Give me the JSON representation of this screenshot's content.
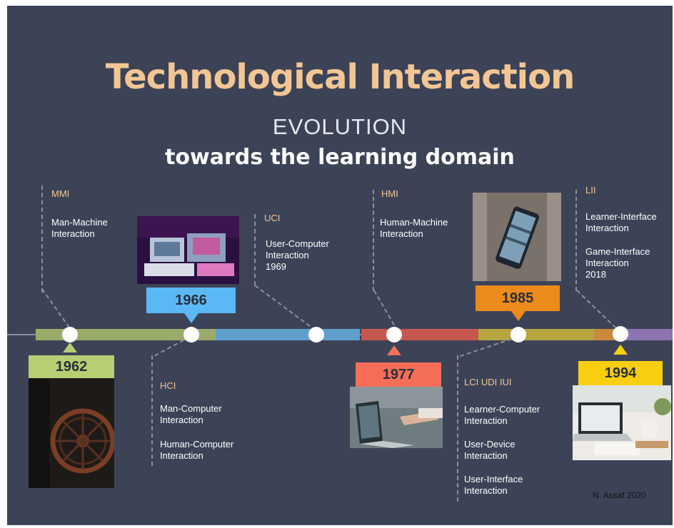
{
  "header": {
    "title": "Technological Interaction",
    "subtitle": "EVOLUTION",
    "subtitle2": "towards the learning domain"
  },
  "colors": {
    "background": "#3d4357",
    "title": "#f2c694",
    "tag_1962": "#b5cf72",
    "tag_1966": "#5ab8f5",
    "tag_1977": "#f46e58",
    "tag_1985": "#ec8a1c",
    "tag_1994": "#f8ce10"
  },
  "events": {
    "mmi": {
      "acronym": "MMI",
      "desc": "Man-Machine\nInteraction"
    },
    "hci": {
      "acronym": "HCI",
      "desc1": "Man-Computer\nInteraction",
      "desc2": "Human-Computer\nInteraction"
    },
    "uci": {
      "acronym": "UCI",
      "desc": "User-Computer\nInteraction\n1969"
    },
    "hmi": {
      "acronym": "HMI",
      "desc": "Human-Machine\nInteraction"
    },
    "lci": {
      "acronym": "LCI  UDI IUI",
      "desc1": "Learner-Computer\nInteraction",
      "desc2": "User-Device\nInteraction",
      "desc3": "User-Interface\nInteraction"
    },
    "lii": {
      "acronym": "LII",
      "desc1": "Learner-Interface\nInteraction",
      "desc2": "Game-Interface\nInteraction\n2018"
    }
  },
  "years": {
    "y1962": "1962",
    "y1966": "1966",
    "y1977": "1977",
    "y1985": "1985",
    "y1994": "1994"
  },
  "credit": "N. Assaf 2020"
}
